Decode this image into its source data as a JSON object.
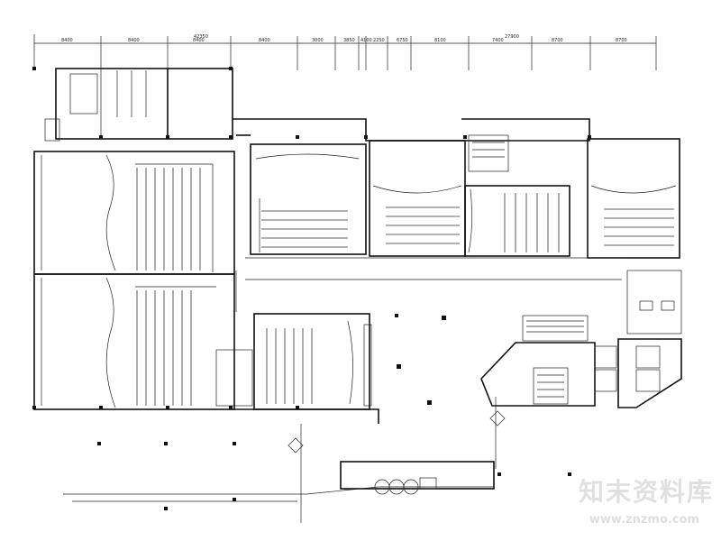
{
  "dimensions": {
    "total_left": "42350",
    "total_right": "27900",
    "segments": [
      "8400",
      "8400",
      "8400",
      "8400",
      "3000",
      "3850",
      "4100",
      "2250",
      "6750",
      "8100",
      "7400",
      "8700",
      "8700"
    ]
  },
  "watermark": {
    "text": "知末资料库",
    "url": "www.znzmo.com"
  }
}
